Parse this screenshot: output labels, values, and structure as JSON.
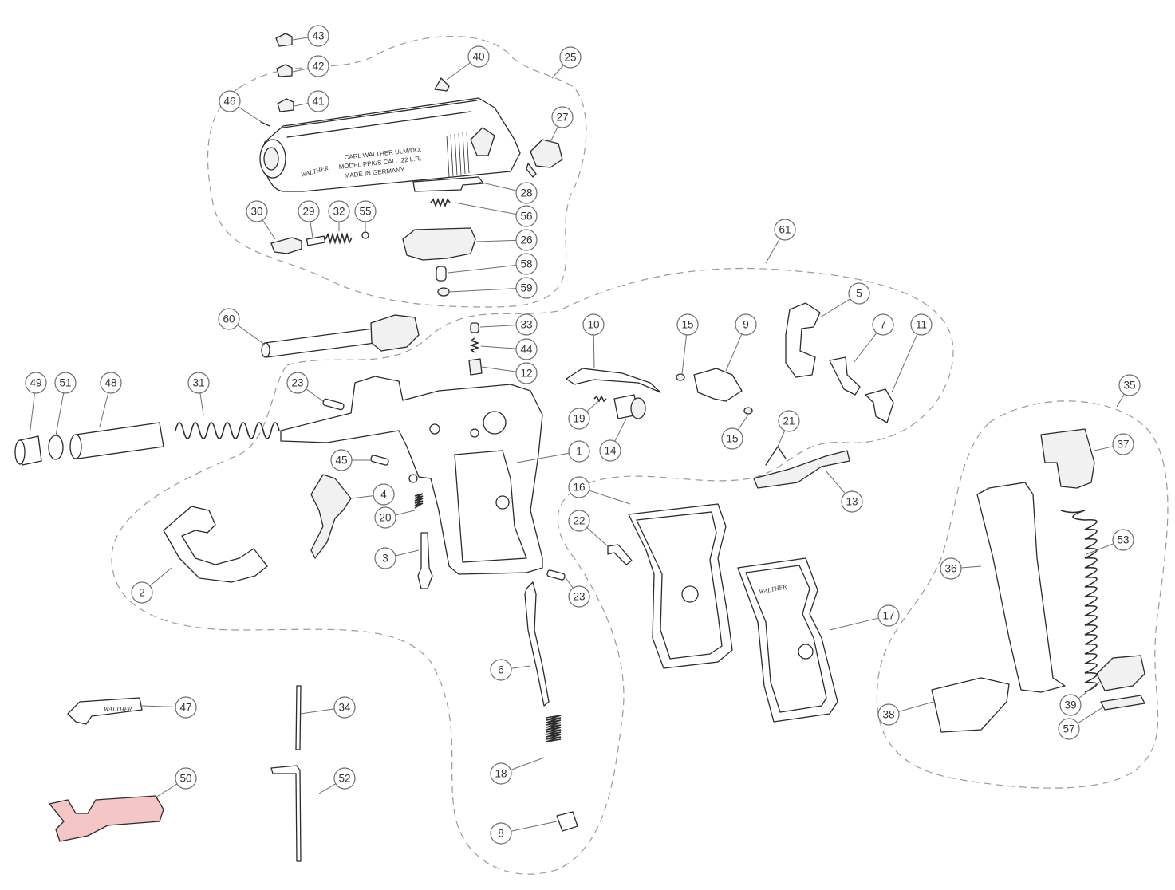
{
  "diagram": {
    "slide_engraving": {
      "line1": "CARL WALTHER ULM/DO.",
      "line2": "MODEL PPK/S CAL. .22 L.R.",
      "line3": "MADE IN GERMANY"
    },
    "logo_text": "WALTHER",
    "highlight_color": "#f5c6c6",
    "callouts": [
      {
        "label": "43"
      },
      {
        "label": "42"
      },
      {
        "label": "41"
      },
      {
        "label": "46"
      },
      {
        "label": "40"
      },
      {
        "label": "25"
      },
      {
        "label": "27"
      },
      {
        "label": "28"
      },
      {
        "label": "56"
      },
      {
        "label": "30"
      },
      {
        "label": "29"
      },
      {
        "label": "32"
      },
      {
        "label": "55"
      },
      {
        "label": "26"
      },
      {
        "label": "58"
      },
      {
        "label": "59"
      },
      {
        "label": "61"
      },
      {
        "label": "60"
      },
      {
        "label": "33"
      },
      {
        "label": "44"
      },
      {
        "label": "12"
      },
      {
        "label": "10"
      },
      {
        "label": "15"
      },
      {
        "label": "9"
      },
      {
        "label": "5"
      },
      {
        "label": "7"
      },
      {
        "label": "11"
      },
      {
        "label": "49"
      },
      {
        "label": "51"
      },
      {
        "label": "48"
      },
      {
        "label": "31"
      },
      {
        "label": "23"
      },
      {
        "label": "19"
      },
      {
        "label": "14"
      },
      {
        "label": "15"
      },
      {
        "label": "21"
      },
      {
        "label": "35"
      },
      {
        "label": "37"
      },
      {
        "label": "45"
      },
      {
        "label": "1"
      },
      {
        "label": "13"
      },
      {
        "label": "4"
      },
      {
        "label": "20"
      },
      {
        "label": "16"
      },
      {
        "label": "22"
      },
      {
        "label": "53"
      },
      {
        "label": "36"
      },
      {
        "label": "3"
      },
      {
        "label": "2"
      },
      {
        "label": "23"
      },
      {
        "label": "17"
      },
      {
        "label": "6"
      },
      {
        "label": "39"
      },
      {
        "label": "38"
      },
      {
        "label": "57"
      },
      {
        "label": "47"
      },
      {
        "label": "34"
      },
      {
        "label": "50"
      },
      {
        "label": "52"
      },
      {
        "label": "18"
      },
      {
        "label": "8"
      }
    ]
  }
}
